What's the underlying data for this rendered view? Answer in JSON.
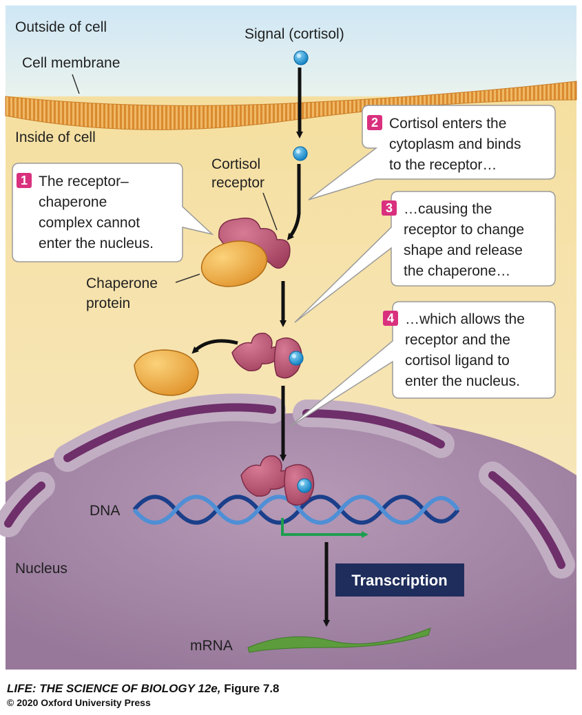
{
  "labels": {
    "outside": "Outside of cell",
    "membrane": "Cell membrane",
    "inside": "Inside of cell",
    "signal": "Signal (cortisol)",
    "receptor_l1": "Cortisol",
    "receptor_l2": "receptor",
    "chaperone_l1": "Chaperone",
    "chaperone_l2": "protein",
    "dna": "DNA",
    "nucleus": "Nucleus",
    "transcription": "Transcription",
    "mrna": "mRNA"
  },
  "callouts": [
    {
      "num": "1",
      "lines": [
        "The receptor–",
        "chaperone",
        "complex cannot",
        "enter the nucleus."
      ]
    },
    {
      "num": "2",
      "lines": [
        "Cortisol enters the",
        "cytoplasm and binds",
        "to the receptor…"
      ]
    },
    {
      "num": "3",
      "lines": [
        "…causing the",
        "receptor to change",
        "shape and release",
        "the chaperone…"
      ]
    },
    {
      "num": "4",
      "lines": [
        "…which allows the",
        "receptor and the",
        "cortisol ligand to",
        "enter the nucleus."
      ]
    }
  ],
  "caption": {
    "title": "LIFE: THE SCIENCE OF BIOLOGY 12e,",
    "figure": "Figure 7.8",
    "copyright": "© 2020 Oxford University Press"
  },
  "colors": {
    "outside_bg": "#d7ecf6",
    "cytoplasm": "#f6e2aa",
    "membrane": "#e8a24a",
    "nucleus": "#a487a6",
    "receptor": "#b84f6e",
    "chaperone": "#eea83a",
    "cortisol": "#2aa7df",
    "callout_number": "#d9307e",
    "transcription_box": "#1f2d5c",
    "arrow_green": "#1e9e4f",
    "mrna": "#5c9c3d"
  }
}
